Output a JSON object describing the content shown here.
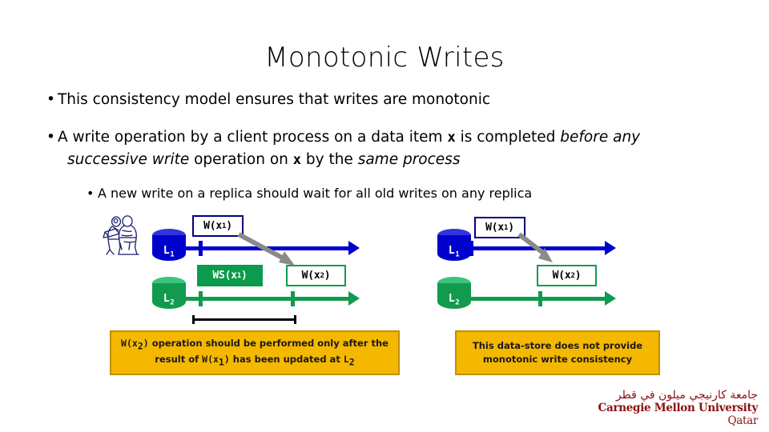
{
  "slide": {
    "title": "Monotonic Writes",
    "bullets": [
      {
        "marker": "•",
        "text": "This consistency model ensures that writes are monotonic"
      },
      {
        "marker": "•",
        "line1_a": "A write operation by a client process on a data item ",
        "line1_mono": "x",
        "line1_b": " is completed ",
        "line1_ital": "before any",
        "line2_ital1": "successive write",
        "line2_a": " operation on ",
        "line2_mono": "x",
        "line2_b": " by the ",
        "line2_ital2": "same process"
      },
      {
        "marker": "•",
        "text": "A new write on a replica should wait for all old writes on any replica"
      }
    ]
  },
  "diagram_left": {
    "name": "monotonic-write-correct",
    "replica_top_label": "L",
    "replica_top_sub": "1",
    "replica_bottom_label": "L",
    "replica_bottom_sub": "2",
    "op_w_x1": "W(x",
    "op_w_x1_sub": "1",
    "op_w_x1_end": ")",
    "op_ws_x1": "WS(x",
    "op_ws_x1_sub": "1",
    "op_ws_x1_end": ")",
    "op_w_x2": "W(x",
    "op_w_x2_sub": "2",
    "op_w_x2_end": ")",
    "has_write_set_box": true
  },
  "diagram_right": {
    "name": "monotonic-write-violation",
    "replica_top_label": "L",
    "replica_top_sub": "1",
    "replica_bottom_label": "L",
    "replica_bottom_sub": "2",
    "op_w_x1": "W(x",
    "op_w_x1_sub": "1",
    "op_w_x1_end": ")",
    "op_w_x2": "W(x",
    "op_w_x2_sub": "2",
    "op_w_x2_end": ")",
    "has_write_set_box": false
  },
  "callout_left": {
    "mono1": "W(x",
    "mono1_sub": "2",
    "mono1_end": ")",
    "t1": " operation should be performed only after the result of ",
    "mono2": "W(x",
    "mono2_sub": "1",
    "mono2_end": ")",
    "t2": " has been updated at ",
    "mono3": "L",
    "mono3_sub": "2"
  },
  "callout_right": {
    "line1": "This data-store does not provide",
    "line2": "monotonic write consistency"
  },
  "logo": {
    "arabic": "جامعة كارنيجي ميلون في قطر",
    "english_bold": "Carnegie Mellon University",
    "english_light": "Qatar"
  },
  "colors": {
    "replica_blue": "#0000cc",
    "replica_green": "#129a4e",
    "callout_fill": "#f5b800",
    "callout_border": "#bf9000",
    "arrow_gray": "#808080",
    "logo_red": "#8c1010"
  }
}
